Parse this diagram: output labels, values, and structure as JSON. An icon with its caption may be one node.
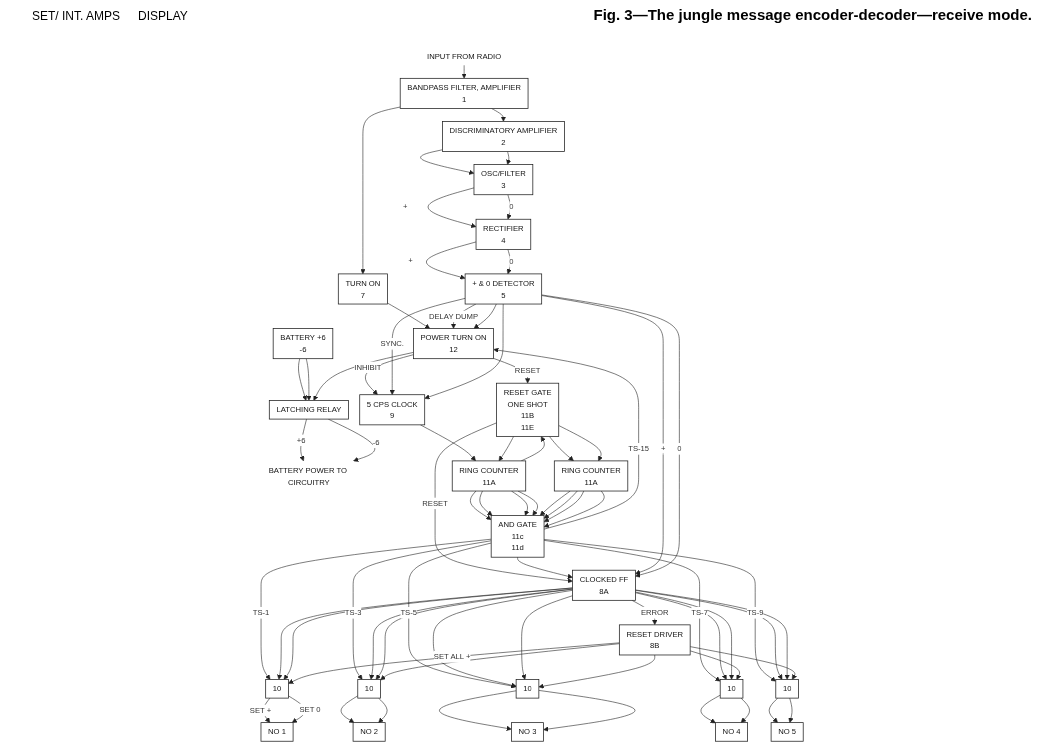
{
  "diagram": {
    "caption": "Fig. 3—The jungle message encoder-decoder—receive mode.",
    "nodes": [
      {
        "text": [
          "BATTERY +6",
          "-6"
        ]
      },
      {
        "text": [
          "LATCHING RELAY"
        ]
      },
      {
        "text": [
          "BATTERY POWER TO CIRCUITRY"
        ]
      },
      {
        "text": [
          "TURN ON",
          "7"
        ]
      },
      {
        "text": [
          "POWER TURN ON",
          "12"
        ]
      },
      {
        "text": [
          "5 CPS CLOCK",
          "9"
        ]
      },
      {
        "text": [
          "RESET GATE",
          "ONE SHOT",
          "11B",
          "11E"
        ]
      },
      {
        "text": [
          "RING COUNTER",
          "11A"
        ]
      },
      {
        "text": [
          "RING COUNTER",
          "11A"
        ]
      },
      {
        "text": [
          "AND GATE",
          "11c",
          "11d"
        ]
      },
      {
        "text": [
          "INPUT FROM RADIO"
        ]
      },
      {
        "text": [
          "BANDPASS FILTER, AMPLIFIER",
          "1"
        ]
      },
      {
        "text": [
          "DISCRIMINATORY AMPLIFIER",
          "2"
        ]
      },
      {
        "text": [
          "OSC/FILTER",
          "3"
        ]
      },
      {
        "text": [
          "RECTIFIER",
          "4"
        ]
      },
      {
        "text": [
          "+ & 0 DETECTOR",
          "5"
        ]
      },
      {
        "text": [
          "CLOCKED FF",
          "8A"
        ]
      },
      {
        "text": [
          "RESET DRIVER",
          "8B"
        ]
      },
      {
        "text": [
          "10"
        ]
      },
      {
        "text": [
          "10"
        ]
      },
      {
        "text": [
          "10"
        ]
      },
      {
        "text": [
          "10"
        ]
      },
      {
        "text": [
          "10"
        ]
      },
      {
        "text": [
          "NO 1"
        ]
      },
      {
        "text": [
          "NO 2"
        ]
      },
      {
        "text": [
          "NO 3"
        ]
      },
      {
        "text": [
          "NO 4"
        ]
      },
      {
        "text": [
          "NO 5"
        ]
      }
    ],
    "edges": [
      {
        "from": 0,
        "to": 1,
        "arrow": "to"
      },
      {
        "from": 0,
        "to": 1,
        "arrow": "to"
      },
      {
        "from": 1,
        "to": 2,
        "arrow": "to",
        "label": "+6"
      },
      {
        "from": 1,
        "to": 2,
        "arrow": "to",
        "label": "-6"
      },
      {
        "from": 4,
        "to": 1,
        "arrow": "to"
      },
      {
        "from": 4,
        "to": 6,
        "arrow": "to",
        "label": "RESET"
      },
      {
        "from": 10,
        "to": 11,
        "arrow": "to"
      },
      {
        "from": 11,
        "to": 3,
        "arrow": "to"
      },
      {
        "from": 3,
        "to": 4,
        "arrow": "to"
      },
      {
        "from": 4,
        "to": 5,
        "arrow": "to",
        "label": "INHIBIT"
      },
      {
        "from": 5,
        "to": 7,
        "arrow": "to"
      },
      {
        "from": 6,
        "to": 7,
        "arrow": "to"
      },
      {
        "from": 7,
        "to": 6,
        "arrow": "to"
      },
      {
        "from": 6,
        "to": 8,
        "arrow": "to"
      },
      {
        "from": 6,
        "to": 8,
        "arrow": "to"
      },
      {
        "from": 6,
        "to": 16,
        "arrow": "to",
        "label": "RESET"
      },
      {
        "from": 7,
        "to": 9,
        "arrow": "to"
      },
      {
        "from": 7,
        "to": 9,
        "arrow": "to"
      },
      {
        "from": 7,
        "to": 9,
        "arrow": "to"
      },
      {
        "from": 7,
        "to": 9,
        "arrow": "to"
      },
      {
        "from": 8,
        "to": 9,
        "arrow": "to"
      },
      {
        "from": 8,
        "to": 9,
        "arrow": "to"
      },
      {
        "from": 8,
        "to": 9,
        "arrow": "to"
      },
      {
        "from": 8,
        "to": 9,
        "arrow": "to"
      },
      {
        "from": 9,
        "to": 4,
        "arrow": "to",
        "label": "TS-15"
      },
      {
        "from": 9,
        "to": 16,
        "arrow": "to"
      },
      {
        "from": 9,
        "to": 18,
        "arrow": "to",
        "label": "TS-1"
      },
      {
        "from": 9,
        "to": 19,
        "arrow": "to",
        "label": "TS-3"
      },
      {
        "from": 9,
        "to": 20,
        "arrow": "to",
        "label": "TS-5"
      },
      {
        "from": 9,
        "to": 21,
        "arrow": "to",
        "label": "TS-7"
      },
      {
        "from": 9,
        "to": 22,
        "arrow": "to",
        "label": "TS-9"
      },
      {
        "from": 11,
        "to": 12,
        "arrow": "to"
      },
      {
        "from": 12,
        "to": 13,
        "arrow": "to"
      },
      {
        "from": 12,
        "to": 13,
        "arrow": "to"
      },
      {
        "from": 13,
        "to": 14,
        "arrow": "to",
        "label": "+"
      },
      {
        "from": 13,
        "to": 14,
        "arrow": "to",
        "label": "0"
      },
      {
        "from": 14,
        "to": 15,
        "arrow": "to",
        "label": "+"
      },
      {
        "from": 14,
        "to": 15,
        "arrow": "to",
        "label": "0"
      },
      {
        "from": 15,
        "to": 16,
        "arrow": "to",
        "label": "+"
      },
      {
        "from": 15,
        "to": 16,
        "arrow": "to",
        "label": "0"
      },
      {
        "from": 15,
        "to": 4,
        "arrow": "to",
        "label": "DELAY DUMP"
      },
      {
        "from": 15,
        "to": 4,
        "arrow": "to"
      },
      {
        "from": 15,
        "to": 5,
        "arrow": "to",
        "label": "SYNC."
      },
      {
        "from": 15,
        "to": 5,
        "arrow": "to"
      },
      {
        "from": 16,
        "to": 17,
        "arrow": "to",
        "label": "ERROR"
      },
      {
        "from": 16,
        "to": 18,
        "arrow": "to"
      },
      {
        "from": 16,
        "to": 18,
        "arrow": "to"
      },
      {
        "from": 16,
        "to": 19,
        "arrow": "to"
      },
      {
        "from": 16,
        "to": 19,
        "arrow": "to"
      },
      {
        "from": 16,
        "to": 20,
        "arrow": "to"
      },
      {
        "from": 16,
        "to": 20,
        "arrow": "to"
      },
      {
        "from": 16,
        "to": 21,
        "arrow": "to"
      },
      {
        "from": 16,
        "to": 21,
        "arrow": "to"
      },
      {
        "from": 16,
        "to": 22,
        "arrow": "to"
      },
      {
        "from": 16,
        "to": 22,
        "arrow": "to"
      },
      {
        "from": 17,
        "to": 18,
        "arrow": "to",
        "label": "SET ALL +"
      },
      {
        "from": 17,
        "to": 19,
        "arrow": "to"
      },
      {
        "from": 17,
        "to": 20,
        "arrow": "to"
      },
      {
        "from": 17,
        "to": 21,
        "arrow": "to"
      },
      {
        "from": 17,
        "to": 22,
        "arrow": "to"
      },
      {
        "from": 18,
        "to": 23,
        "arrow": "to",
        "label": "SET +"
      },
      {
        "from": 18,
        "to": 23,
        "arrow": "to",
        "label": "SET 0"
      },
      {
        "from": 19,
        "to": 24,
        "arrow": "to"
      },
      {
        "from": 19,
        "to": 24,
        "arrow": "to"
      },
      {
        "from": 20,
        "to": 25,
        "arrow": "to"
      },
      {
        "from": 20,
        "to": 25,
        "arrow": "to"
      },
      {
        "from": 21,
        "to": 26,
        "arrow": "to"
      },
      {
        "from": 21,
        "to": 26,
        "arrow": "to"
      },
      {
        "from": 22,
        "to": 27,
        "arrow": "to"
      },
      {
        "from": 22,
        "to": 27,
        "arrow": "to"
      }
    ],
    "labels": [
      "SET/ INT. AMPS",
      "DISPLAY"
    ]
  }
}
